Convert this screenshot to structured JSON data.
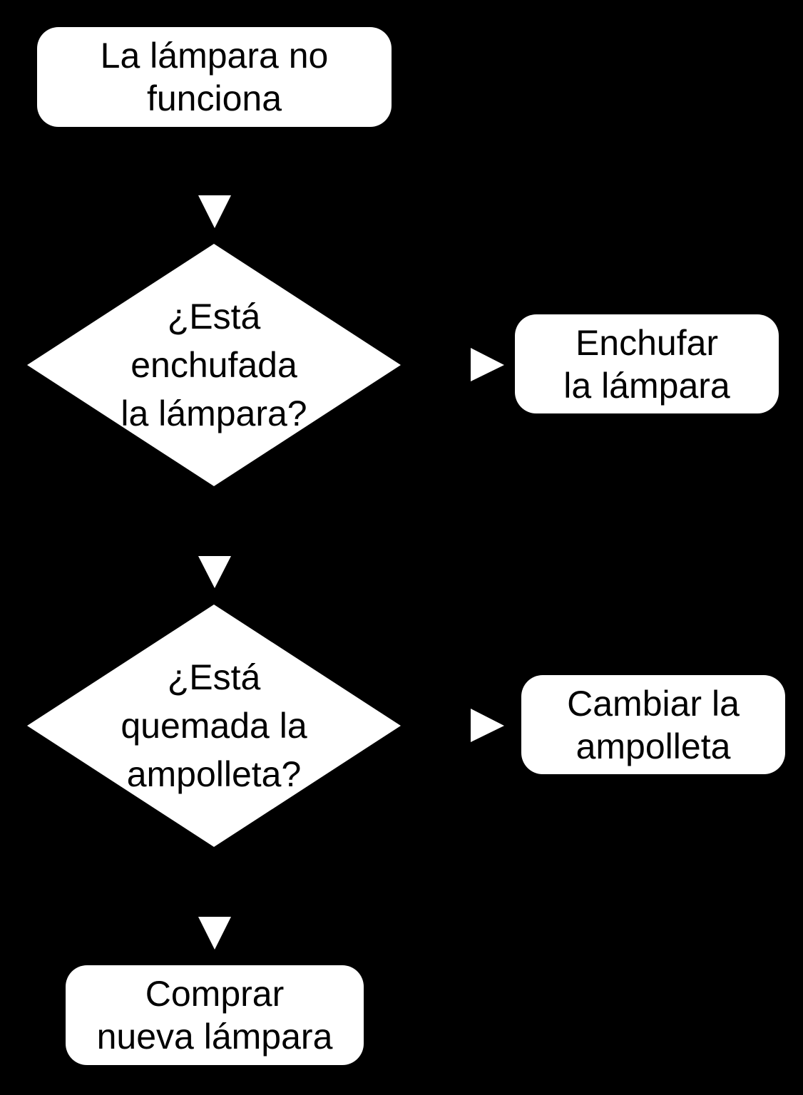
{
  "colors": {
    "background": "#000000",
    "shape_fill": "#ffffff",
    "text": "#000000"
  },
  "nodes": {
    "start": {
      "lines": [
        "La lámpara no",
        "funciona"
      ]
    },
    "decision1": {
      "lines": [
        "¿Está",
        "enchufada",
        "la lámpara?"
      ]
    },
    "action1": {
      "lines": [
        "Enchufar",
        "la lámpara"
      ]
    },
    "decision2": {
      "lines": [
        "¿Está",
        "quemada la",
        "ampolleta?"
      ]
    },
    "action2": {
      "lines": [
        "Cambiar la",
        "ampolleta"
      ]
    },
    "end": {
      "lines": [
        "Comprar",
        "nueva lámpara"
      ]
    }
  }
}
